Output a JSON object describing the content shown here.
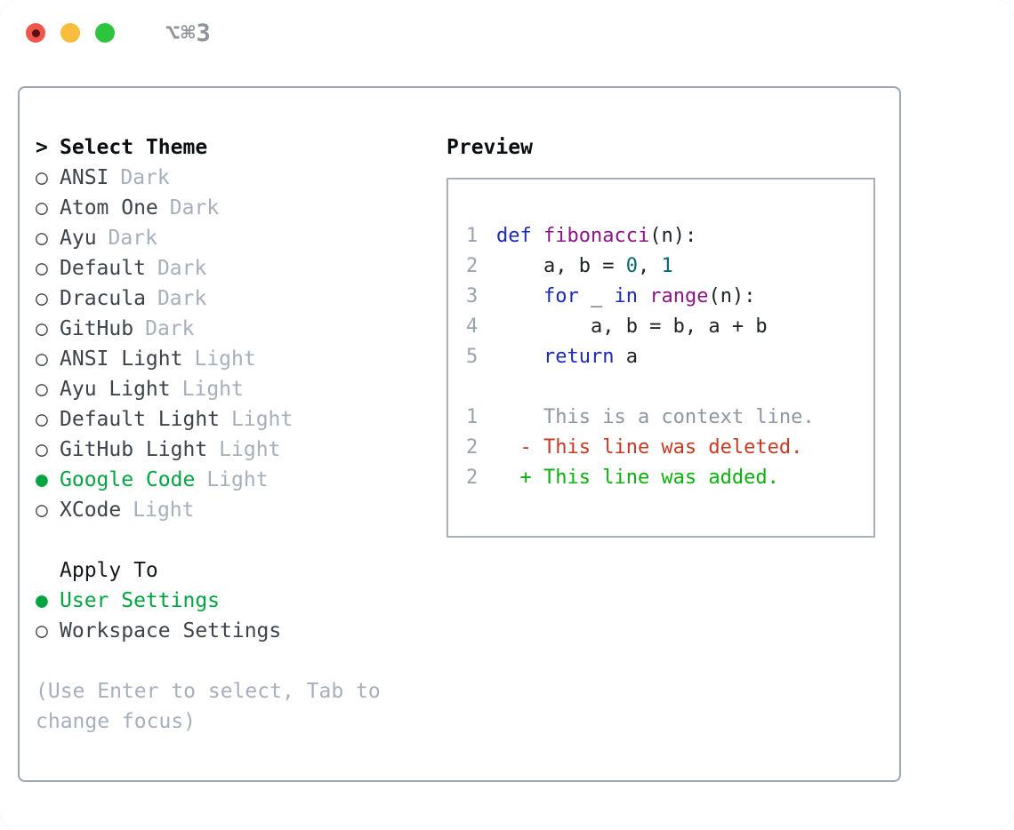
{
  "window": {
    "title": "⌥⌘3"
  },
  "colors": {
    "selected_green": "#00a542",
    "added_green": "#0cb00c",
    "deleted_red": "#c63a24",
    "keyword_blue": "#1c2ab8",
    "function_purple": "#8b1487",
    "number_teal": "#056a6a",
    "muted_gray": "#a6afbb",
    "panel_border": "#9ea7b1"
  },
  "theme_picker": {
    "heading_marker": ">",
    "heading": "Select Theme",
    "radio_unselected": "○",
    "radio_selected": "●",
    "themes": [
      {
        "marker": "○",
        "name": "ANSI",
        "variant": "Dark"
      },
      {
        "marker": "○",
        "name": "Atom One",
        "variant": "Dark"
      },
      {
        "marker": "○",
        "name": "Ayu",
        "variant": "Dark"
      },
      {
        "marker": "○",
        "name": "Default",
        "variant": "Dark"
      },
      {
        "marker": "○",
        "name": "Dracula",
        "variant": "Dark"
      },
      {
        "marker": "○",
        "name": "GitHub",
        "variant": "Dark"
      },
      {
        "marker": "○",
        "name": "ANSI Light",
        "variant": "Light"
      },
      {
        "marker": "○",
        "name": "Ayu Light",
        "variant": "Light"
      },
      {
        "marker": "○",
        "name": "Default Light",
        "variant": "Light"
      },
      {
        "marker": "○",
        "name": "GitHub Light",
        "variant": "Light"
      },
      {
        "marker": "●",
        "name": "Google Code",
        "variant": "Light"
      },
      {
        "marker": "○",
        "name": "XCode",
        "variant": "Light"
      }
    ],
    "apply_to": {
      "heading": "Apply To",
      "options": [
        {
          "marker": "●",
          "label": "User Settings"
        },
        {
          "marker": "○",
          "label": "Workspace Settings"
        }
      ]
    },
    "help": "(Use Enter to select, Tab to change focus)"
  },
  "preview": {
    "heading": "Preview",
    "code_lines": [
      {
        "num": "1",
        "segs": [
          {
            "t": "def"
          },
          {
            "t": " "
          },
          {
            "t": "fibonacci"
          },
          {
            "t": "(n):"
          }
        ]
      },
      {
        "num": "2",
        "segs": [
          {
            "t": "    a, b = "
          },
          {
            "t": "0"
          },
          {
            "t": ", "
          },
          {
            "t": "1"
          }
        ]
      },
      {
        "num": "3",
        "segs": [
          {
            "t": "    "
          },
          {
            "t": "for"
          },
          {
            "t": " _ "
          },
          {
            "t": "in"
          },
          {
            "t": " "
          },
          {
            "t": "range"
          },
          {
            "t": "(n):"
          }
        ]
      },
      {
        "num": "4",
        "segs": [
          {
            "t": "        a, b = b, a + b"
          }
        ]
      },
      {
        "num": "5",
        "segs": [
          {
            "t": "    "
          },
          {
            "t": "return"
          },
          {
            "t": " a"
          }
        ]
      }
    ],
    "diff_lines": [
      {
        "num": "1",
        "kind": "context",
        "text": "    This is a context line."
      },
      {
        "num": "2",
        "kind": "deleted",
        "text": "  - This line was deleted."
      },
      {
        "num": "2",
        "kind": "added",
        "text": "  + This line was added."
      }
    ]
  }
}
